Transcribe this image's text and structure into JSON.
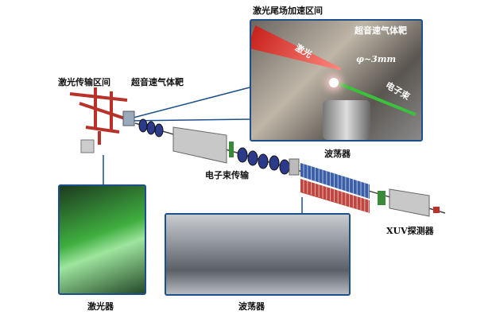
{
  "labels": {
    "accel_region": "激光尾场加速区间",
    "laser_beam": "激光",
    "gas_target_inset": "超音速气体靶",
    "diameter": "φ~3mm",
    "electron_beam": "电子束",
    "laser_transport": "激光传输区间",
    "gas_target": "超音速气体靶",
    "e_transport": "电子束传输",
    "undulator": "波荡器",
    "xuv": "XUV探测器",
    "laser_photo": "激光器",
    "undulator_photo": "波荡器"
  },
  "colors": {
    "frame": "#1d4f8a",
    "laser": "#b8322a",
    "electron": "#3cc13c",
    "magnet_red": "#c0453e",
    "magnet_blue": "#3a5fa8"
  }
}
